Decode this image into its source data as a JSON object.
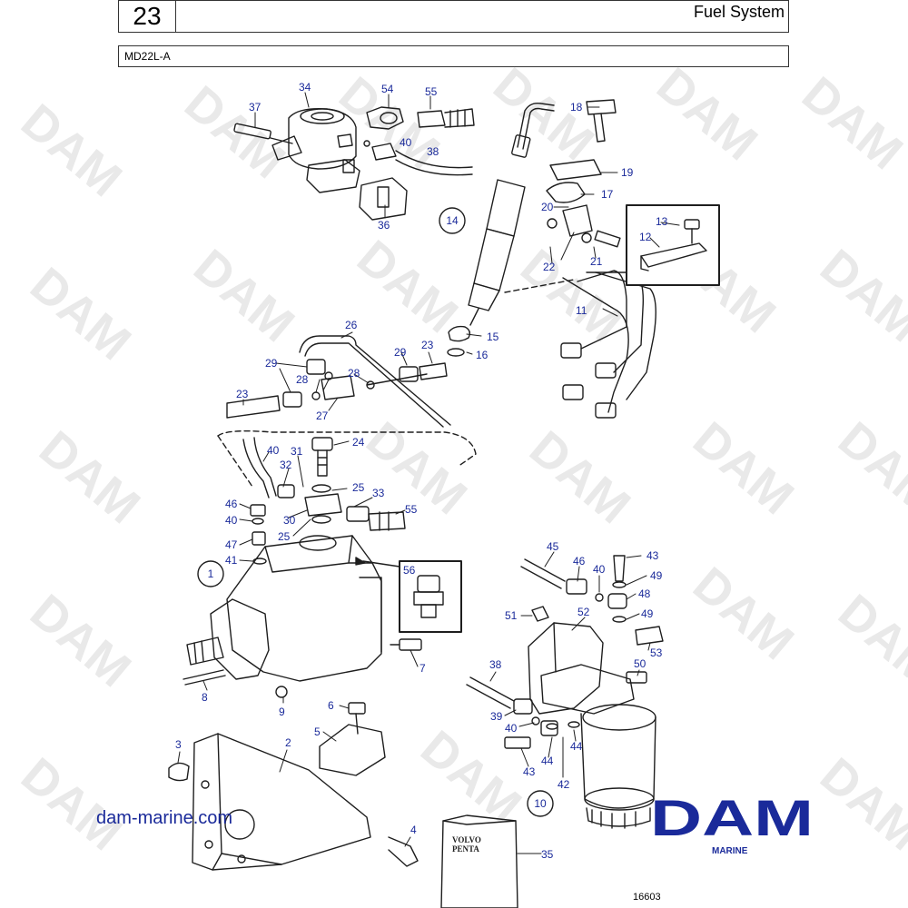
{
  "header": {
    "group_number": "23",
    "title": "Fuel System",
    "model": "MD22L-A"
  },
  "watermark_text": "DAM",
  "footer": {
    "website": "dam-marine.com",
    "brand": "DAM",
    "brand_sub": "MARINE",
    "drawing_number": "16603"
  },
  "parts_sticker_text": [
    "VOLVO",
    "PENTA"
  ],
  "circled_groups": [
    "1",
    "10",
    "14"
  ],
  "callouts": [
    "2",
    "3",
    "4",
    "5",
    "6",
    "7",
    "8",
    "9",
    "11",
    "12",
    "13",
    "15",
    "16",
    "17",
    "18",
    "19",
    "20",
    "21",
    "22",
    "23",
    "24",
    "25",
    "26",
    "27",
    "28",
    "29",
    "30",
    "31",
    "32",
    "33",
    "34",
    "35",
    "36",
    "37",
    "38",
    "39",
    "40",
    "41",
    "42",
    "43",
    "44",
    "45",
    "46",
    "47",
    "48",
    "49",
    "50",
    "51",
    "52",
    "53",
    "54",
    "55",
    "56"
  ],
  "colors": {
    "callout": "#1a2a9a",
    "brand": "#1a2a9a",
    "line": "#1e1e1e",
    "watermark": "#e9e9e9"
  }
}
